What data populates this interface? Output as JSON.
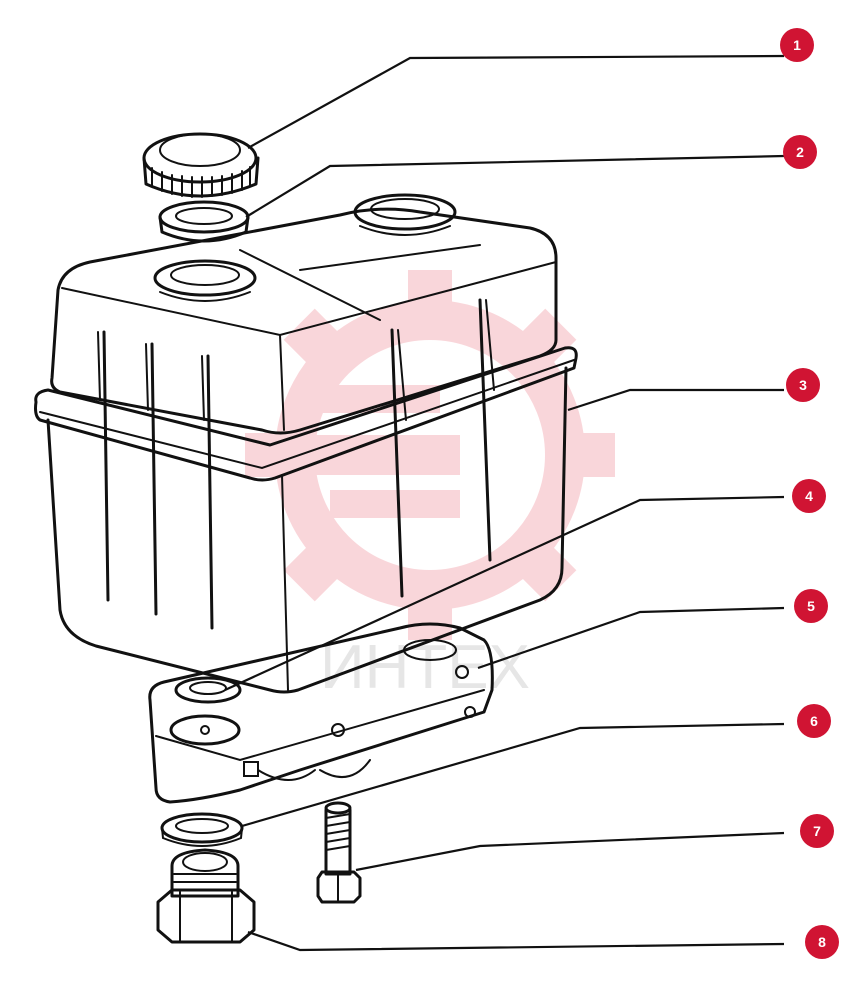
{
  "diagram": {
    "callouts": [
      {
        "id": 1,
        "label": "1"
      },
      {
        "id": 2,
        "label": "2"
      },
      {
        "id": 3,
        "label": "3"
      },
      {
        "id": 4,
        "label": "4"
      },
      {
        "id": 5,
        "label": "5"
      },
      {
        "id": 6,
        "label": "6"
      },
      {
        "id": 7,
        "label": "7"
      },
      {
        "id": 8,
        "label": "8"
      }
    ],
    "watermark": {
      "text": "ИНТЕХ",
      "color": "#e8495a"
    },
    "badge_color": "#d01433",
    "line_color": "#111111"
  }
}
